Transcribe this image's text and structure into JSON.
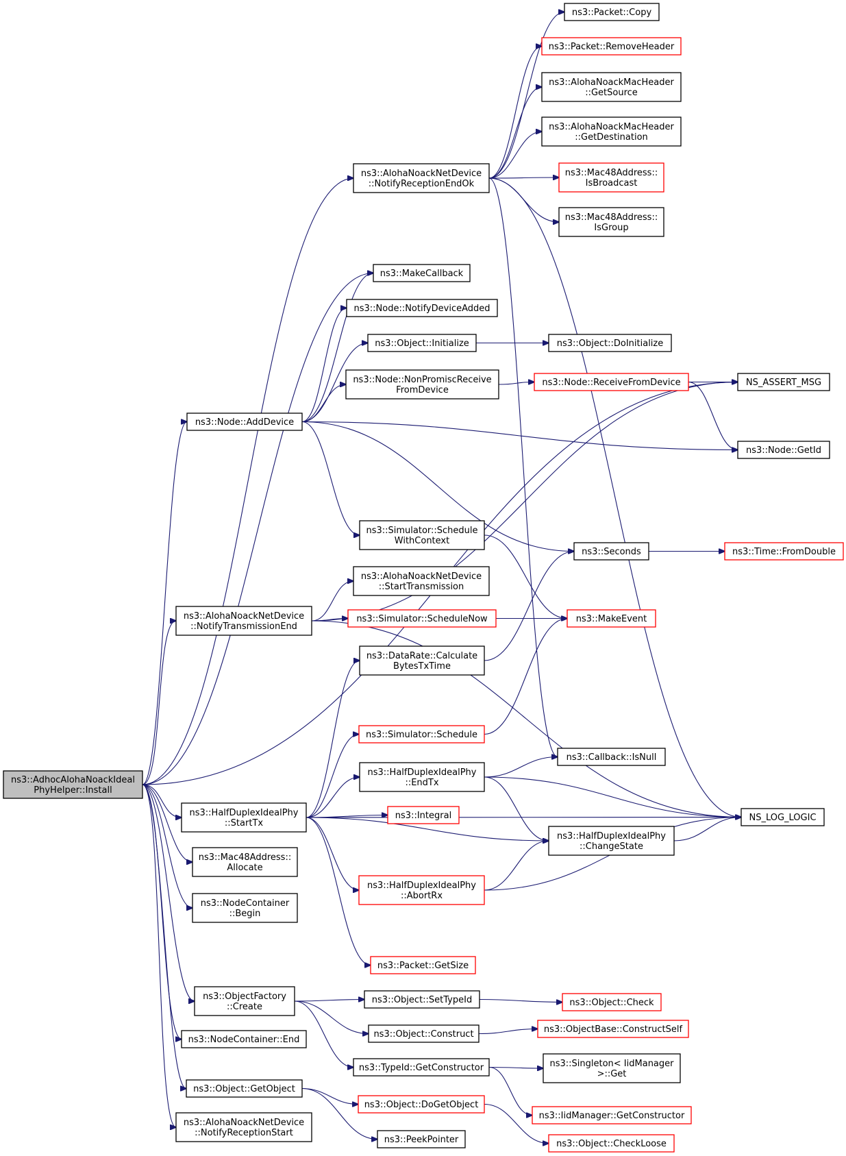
{
  "diagram": {
    "kind": "call-graph",
    "colors": {
      "edge": "#191970",
      "node_border": "#000000",
      "node_border_truncated": "#ff0000",
      "root_fill": "#bfbfbf",
      "node_fill": "#ffffff",
      "text": "#000000"
    },
    "nodes": [
      {
        "id": "install",
        "lines": [
          "ns3::AdhocAlohaNoackIdeal",
          "PhyHelper::Install"
        ],
        "style": "root"
      },
      {
        "id": "copy",
        "lines": [
          "ns3::Packet::Copy"
        ],
        "style": "normal"
      },
      {
        "id": "removeheader",
        "lines": [
          "ns3::Packet::RemoveHeader"
        ],
        "style": "truncated"
      },
      {
        "id": "getsource",
        "lines": [
          "ns3::AlohaNoackMacHeader",
          "::GetSource"
        ],
        "style": "normal"
      },
      {
        "id": "getdest",
        "lines": [
          "ns3::AlohaNoackMacHeader",
          "::GetDestination"
        ],
        "style": "normal"
      },
      {
        "id": "notifyrecvok",
        "lines": [
          "ns3::AlohaNoackNetDevice",
          "::NotifyReceptionEndOk"
        ],
        "style": "normal"
      },
      {
        "id": "isbroadcast",
        "lines": [
          "ns3::Mac48Address::",
          "IsBroadcast"
        ],
        "style": "truncated"
      },
      {
        "id": "isgroup",
        "lines": [
          "ns3::Mac48Address::",
          "IsGroup"
        ],
        "style": "normal"
      },
      {
        "id": "makecallback",
        "lines": [
          "ns3::MakeCallback"
        ],
        "style": "normal"
      },
      {
        "id": "notifydeviceadded",
        "lines": [
          "ns3::Node::NotifyDeviceAdded"
        ],
        "style": "normal"
      },
      {
        "id": "initialize",
        "lines": [
          "ns3::Object::Initialize"
        ],
        "style": "normal"
      },
      {
        "id": "doinitialize",
        "lines": [
          "ns3::Object::DoInitialize"
        ],
        "style": "normal"
      },
      {
        "id": "nonpromisc",
        "lines": [
          "ns3::Node::NonPromiscReceive",
          "FromDevice"
        ],
        "style": "normal"
      },
      {
        "id": "receivefromdevice",
        "lines": [
          "ns3::Node::ReceiveFromDevice"
        ],
        "style": "truncated"
      },
      {
        "id": "assertmsg",
        "lines": [
          "NS_ASSERT_MSG"
        ],
        "style": "normal"
      },
      {
        "id": "adddevice",
        "lines": [
          "ns3::Node::AddDevice"
        ],
        "style": "normal"
      },
      {
        "id": "getid",
        "lines": [
          "ns3::Node::GetId"
        ],
        "style": "normal"
      },
      {
        "id": "schedwithctx",
        "lines": [
          "ns3::Simulator::Schedule",
          "WithContext"
        ],
        "style": "normal"
      },
      {
        "id": "seconds",
        "lines": [
          "ns3::Seconds"
        ],
        "style": "normal"
      },
      {
        "id": "fromdouble",
        "lines": [
          "ns3::Time::FromDouble"
        ],
        "style": "truncated"
      },
      {
        "id": "starttransmission",
        "lines": [
          "ns3::AlohaNoackNetDevice",
          "::StartTransmission"
        ],
        "style": "normal"
      },
      {
        "id": "notifytxend",
        "lines": [
          "ns3::AlohaNoackNetDevice",
          "::NotifyTransmissionEnd"
        ],
        "style": "normal"
      },
      {
        "id": "schedulenow",
        "lines": [
          "ns3::Simulator::ScheduleNow"
        ],
        "style": "truncated"
      },
      {
        "id": "makeevent",
        "lines": [
          "ns3::MakeEvent"
        ],
        "style": "truncated"
      },
      {
        "id": "calcbytes",
        "lines": [
          "ns3::DataRate::Calculate",
          "BytesTxTime"
        ],
        "style": "normal"
      },
      {
        "id": "schedule",
        "lines": [
          "ns3::Simulator::Schedule"
        ],
        "style": "truncated"
      },
      {
        "id": "isnull",
        "lines": [
          "ns3::Callback::IsNull"
        ],
        "style": "normal"
      },
      {
        "id": "endtx",
        "lines": [
          "ns3::HalfDuplexIdealPhy",
          "::EndTx"
        ],
        "style": "normal"
      },
      {
        "id": "starttx",
        "lines": [
          "ns3::HalfDuplexIdealPhy",
          "::StartTx"
        ],
        "style": "normal"
      },
      {
        "id": "integral",
        "lines": [
          "ns3::Integral"
        ],
        "style": "truncated"
      },
      {
        "id": "loglogic",
        "lines": [
          "NS_LOG_LOGIC"
        ],
        "style": "normal"
      },
      {
        "id": "changestate",
        "lines": [
          "ns3::HalfDuplexIdealPhy",
          "::ChangeState"
        ],
        "style": "normal"
      },
      {
        "id": "allocate",
        "lines": [
          "ns3::Mac48Address::",
          "Allocate"
        ],
        "style": "normal"
      },
      {
        "id": "abortrx",
        "lines": [
          "ns3::HalfDuplexIdealPhy",
          "::AbortRx"
        ],
        "style": "truncated"
      },
      {
        "id": "ncbegin",
        "lines": [
          "ns3::NodeContainer",
          "::Begin"
        ],
        "style": "normal"
      },
      {
        "id": "getsize",
        "lines": [
          "ns3::Packet::GetSize"
        ],
        "style": "truncated"
      },
      {
        "id": "ofcreate",
        "lines": [
          "ns3::ObjectFactory",
          "::Create"
        ],
        "style": "normal"
      },
      {
        "id": "settypeid",
        "lines": [
          "ns3::Object::SetTypeId"
        ],
        "style": "normal"
      },
      {
        "id": "objcheck",
        "lines": [
          "ns3::Object::Check"
        ],
        "style": "truncated"
      },
      {
        "id": "construct",
        "lines": [
          "ns3::Object::Construct"
        ],
        "style": "normal"
      },
      {
        "id": "constructself",
        "lines": [
          "ns3::ObjectBase::ConstructSelf"
        ],
        "style": "truncated"
      },
      {
        "id": "ncend",
        "lines": [
          "ns3::NodeContainer::End"
        ],
        "style": "normal"
      },
      {
        "id": "getconstructor",
        "lines": [
          "ns3::TypeId::GetConstructor"
        ],
        "style": "normal"
      },
      {
        "id": "singletonget",
        "lines": [
          "ns3::Singleton< IidManager",
          ">::Get"
        ],
        "style": "normal"
      },
      {
        "id": "iidgetconstructor",
        "lines": [
          "ns3::IidManager::GetConstructor"
        ],
        "style": "truncated"
      },
      {
        "id": "getobject",
        "lines": [
          "ns3::Object::GetObject"
        ],
        "style": "normal"
      },
      {
        "id": "dogetobject",
        "lines": [
          "ns3::Object::DoGetObject"
        ],
        "style": "truncated"
      },
      {
        "id": "notifyrecvstart",
        "lines": [
          "ns3::AlohaNoackNetDevice",
          "::NotifyReceptionStart"
        ],
        "style": "normal"
      },
      {
        "id": "peekpointer",
        "lines": [
          "ns3::PeekPointer"
        ],
        "style": "normal"
      },
      {
        "id": "checkloose",
        "lines": [
          "ns3::Object::CheckLoose"
        ],
        "style": "truncated"
      }
    ],
    "edges": [
      [
        "install",
        "notifyrecvok"
      ],
      [
        "install",
        "assertmsg"
      ],
      [
        "install",
        "makecallback"
      ],
      [
        "install",
        "adddevice"
      ],
      [
        "install",
        "notifytxend"
      ],
      [
        "install",
        "starttx"
      ],
      [
        "install",
        "allocate"
      ],
      [
        "install",
        "ncbegin"
      ],
      [
        "install",
        "ofcreate"
      ],
      [
        "install",
        "ncend"
      ],
      [
        "install",
        "getobject"
      ],
      [
        "install",
        "notifyrecvstart"
      ],
      [
        "notifyrecvok",
        "copy"
      ],
      [
        "notifyrecvok",
        "removeheader"
      ],
      [
        "notifyrecvok",
        "getsource"
      ],
      [
        "notifyrecvok",
        "getdest"
      ],
      [
        "notifyrecvok",
        "isbroadcast"
      ],
      [
        "notifyrecvok",
        "isgroup"
      ],
      [
        "notifyrecvok",
        "isnull"
      ],
      [
        "notifyrecvok",
        "loglogic"
      ],
      [
        "adddevice",
        "makecallback"
      ],
      [
        "adddevice",
        "notifydeviceadded"
      ],
      [
        "adddevice",
        "initialize"
      ],
      [
        "adddevice",
        "nonpromisc"
      ],
      [
        "adddevice",
        "getid"
      ],
      [
        "adddevice",
        "schedwithctx"
      ],
      [
        "adddevice",
        "seconds"
      ],
      [
        "initialize",
        "doinitialize"
      ],
      [
        "nonpromisc",
        "receivefromdevice"
      ],
      [
        "receivefromdevice",
        "assertmsg"
      ],
      [
        "receivefromdevice",
        "getid"
      ],
      [
        "schedwithctx",
        "makeevent"
      ],
      [
        "seconds",
        "fromdouble"
      ],
      [
        "notifytxend",
        "assertmsg"
      ],
      [
        "notifytxend",
        "starttransmission"
      ],
      [
        "notifytxend",
        "schedulenow"
      ],
      [
        "notifytxend",
        "loglogic"
      ],
      [
        "schedulenow",
        "makeevent"
      ],
      [
        "calcbytes",
        "seconds"
      ],
      [
        "schedule",
        "makeevent"
      ],
      [
        "starttx",
        "calcbytes"
      ],
      [
        "starttx",
        "schedule"
      ],
      [
        "starttx",
        "endtx"
      ],
      [
        "starttx",
        "integral"
      ],
      [
        "starttx",
        "changestate"
      ],
      [
        "starttx",
        "abortrx"
      ],
      [
        "starttx",
        "loglogic"
      ],
      [
        "starttx",
        "getsize"
      ],
      [
        "endtx",
        "isnull"
      ],
      [
        "endtx",
        "loglogic"
      ],
      [
        "endtx",
        "changestate"
      ],
      [
        "changestate",
        "loglogic"
      ],
      [
        "abortrx",
        "changestate"
      ],
      [
        "abortrx",
        "loglogic"
      ],
      [
        "ofcreate",
        "settypeid"
      ],
      [
        "ofcreate",
        "construct"
      ],
      [
        "ofcreate",
        "getconstructor"
      ],
      [
        "settypeid",
        "objcheck"
      ],
      [
        "construct",
        "constructself"
      ],
      [
        "getconstructor",
        "singletonget"
      ],
      [
        "getconstructor",
        "iidgetconstructor"
      ],
      [
        "getobject",
        "dogetobject"
      ],
      [
        "getobject",
        "peekpointer"
      ],
      [
        "dogetobject",
        "checkloose"
      ]
    ]
  }
}
